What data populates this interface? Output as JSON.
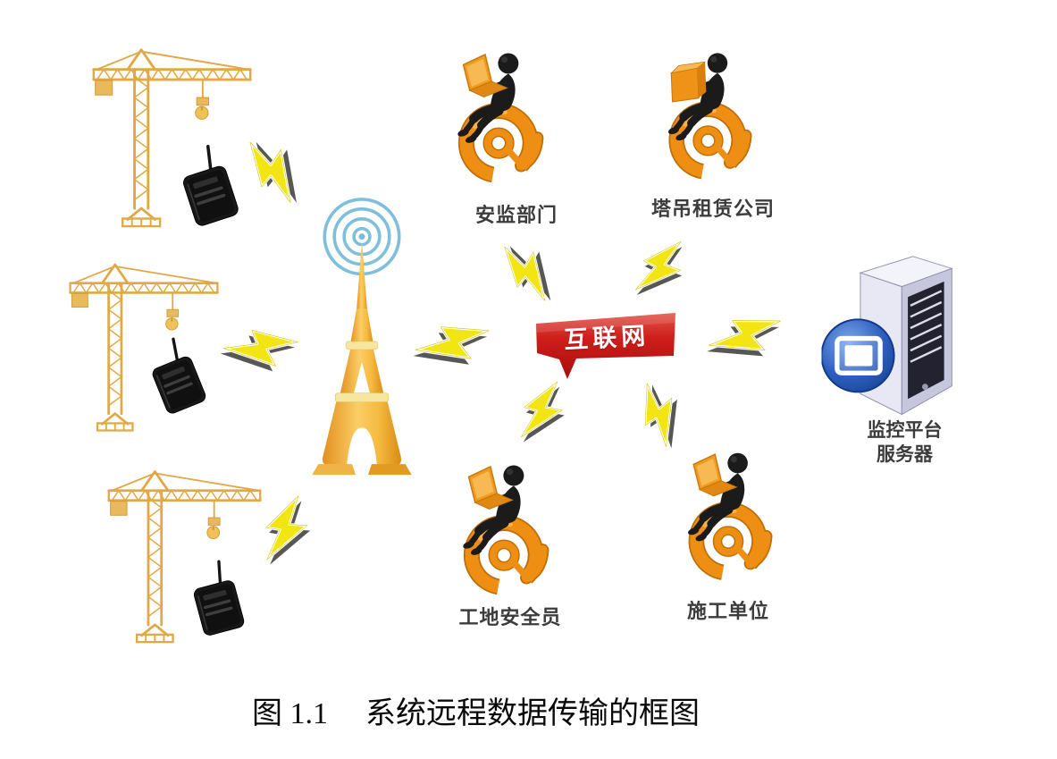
{
  "caption": {
    "prefix": "图 1.1",
    "title": "系统远程数据传输的框图"
  },
  "internet": {
    "label": "互联网"
  },
  "stakeholders": {
    "safety_dept": "安监部门",
    "crane_rental": "塔吊租赁公司",
    "site_safety": "工地安全员",
    "construction": "施工单位"
  },
  "server": {
    "line1": "监控平台",
    "line2": "服务器"
  },
  "colors": {
    "internet_red": "#C41616",
    "crane_gold": "#E0A945",
    "bolt_yellow": "#F2E312",
    "at_orange": "#EE8F14",
    "wave_blue": "#79BCDA",
    "server_badge_blue": "#1E4FA8"
  }
}
